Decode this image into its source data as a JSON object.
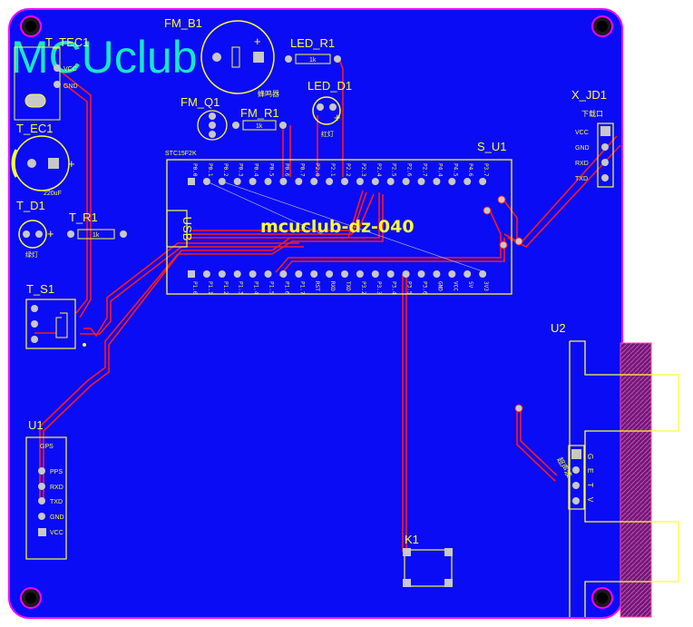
{
  "board": {
    "logo": "MCUclub",
    "module_title": "mcuclub-dz-040"
  },
  "components": {
    "t_tec1": "T_TEC1",
    "t_tec1_pins": [
      "VCC",
      "GND"
    ],
    "t_ec1": "T_EC1",
    "t_ec1_value": "220uF",
    "t_d1": "T_D1",
    "t_d1_note": "绿灯",
    "t_r1": "T_R1",
    "t_r1_value": "1k",
    "t_s1": "T_S1",
    "fm_b1": "FM_B1",
    "fm_b1_note": "蜂鸣器",
    "fm_q1": "FM_Q1",
    "fm_r1": "FM_R1",
    "fm_r1_value": "1k",
    "led_r1": "LED_R1",
    "led_r1_value": "1k",
    "led_d1": "LED_D1",
    "led_d1_note": "红灯",
    "s_u1": "S_U1",
    "s_u1_part": "STC15F2K",
    "usb": "USB",
    "x_jd1": "X_JD1",
    "x_jd1_note": "下载口",
    "x_jd1_pins": [
      "VCC",
      "GND",
      "RXD",
      "TXD"
    ],
    "u1": "U1",
    "u1_title": "GPS",
    "u1_pins": [
      "PPS",
      "RXD",
      "TXD",
      "GND",
      "VCC"
    ],
    "u2": "U2",
    "u2_note": "超声波",
    "u2_pins": [
      "G",
      "E",
      "T",
      "V"
    ],
    "k1": "K1"
  },
  "mcu_pins": {
    "top": [
      "P0.0",
      "P0.1",
      "P0.2",
      "P0.3",
      "P0.4",
      "P0.5",
      "P0.6",
      "P0.7",
      "P2.0",
      "P2.1",
      "P2.2",
      "P2.3",
      "P2.4",
      "P2.5",
      "P2.6",
      "P2.7",
      "P4.4",
      "P4.5",
      "P4.6",
      "P3.7"
    ],
    "bottom": [
      "P1.0",
      "P1.1",
      "P1.2",
      "P1.3",
      "P1.4",
      "P1.5",
      "P1.6",
      "P1.7",
      "RST",
      "RXD",
      "TXD",
      "P3.2",
      "P3.3",
      "P3.4",
      "P3.5",
      "P3.6",
      "GND",
      "VCC",
      "5V",
      "3V3"
    ]
  },
  "colors": {
    "board": "#0a0cf5",
    "trace": "#ff1a1a",
    "silk": "#ffff33",
    "outline": "#ff00ff",
    "pad": "#c8c8c8",
    "logo": "#19e6c8",
    "keepout": "#ff44aa"
  }
}
